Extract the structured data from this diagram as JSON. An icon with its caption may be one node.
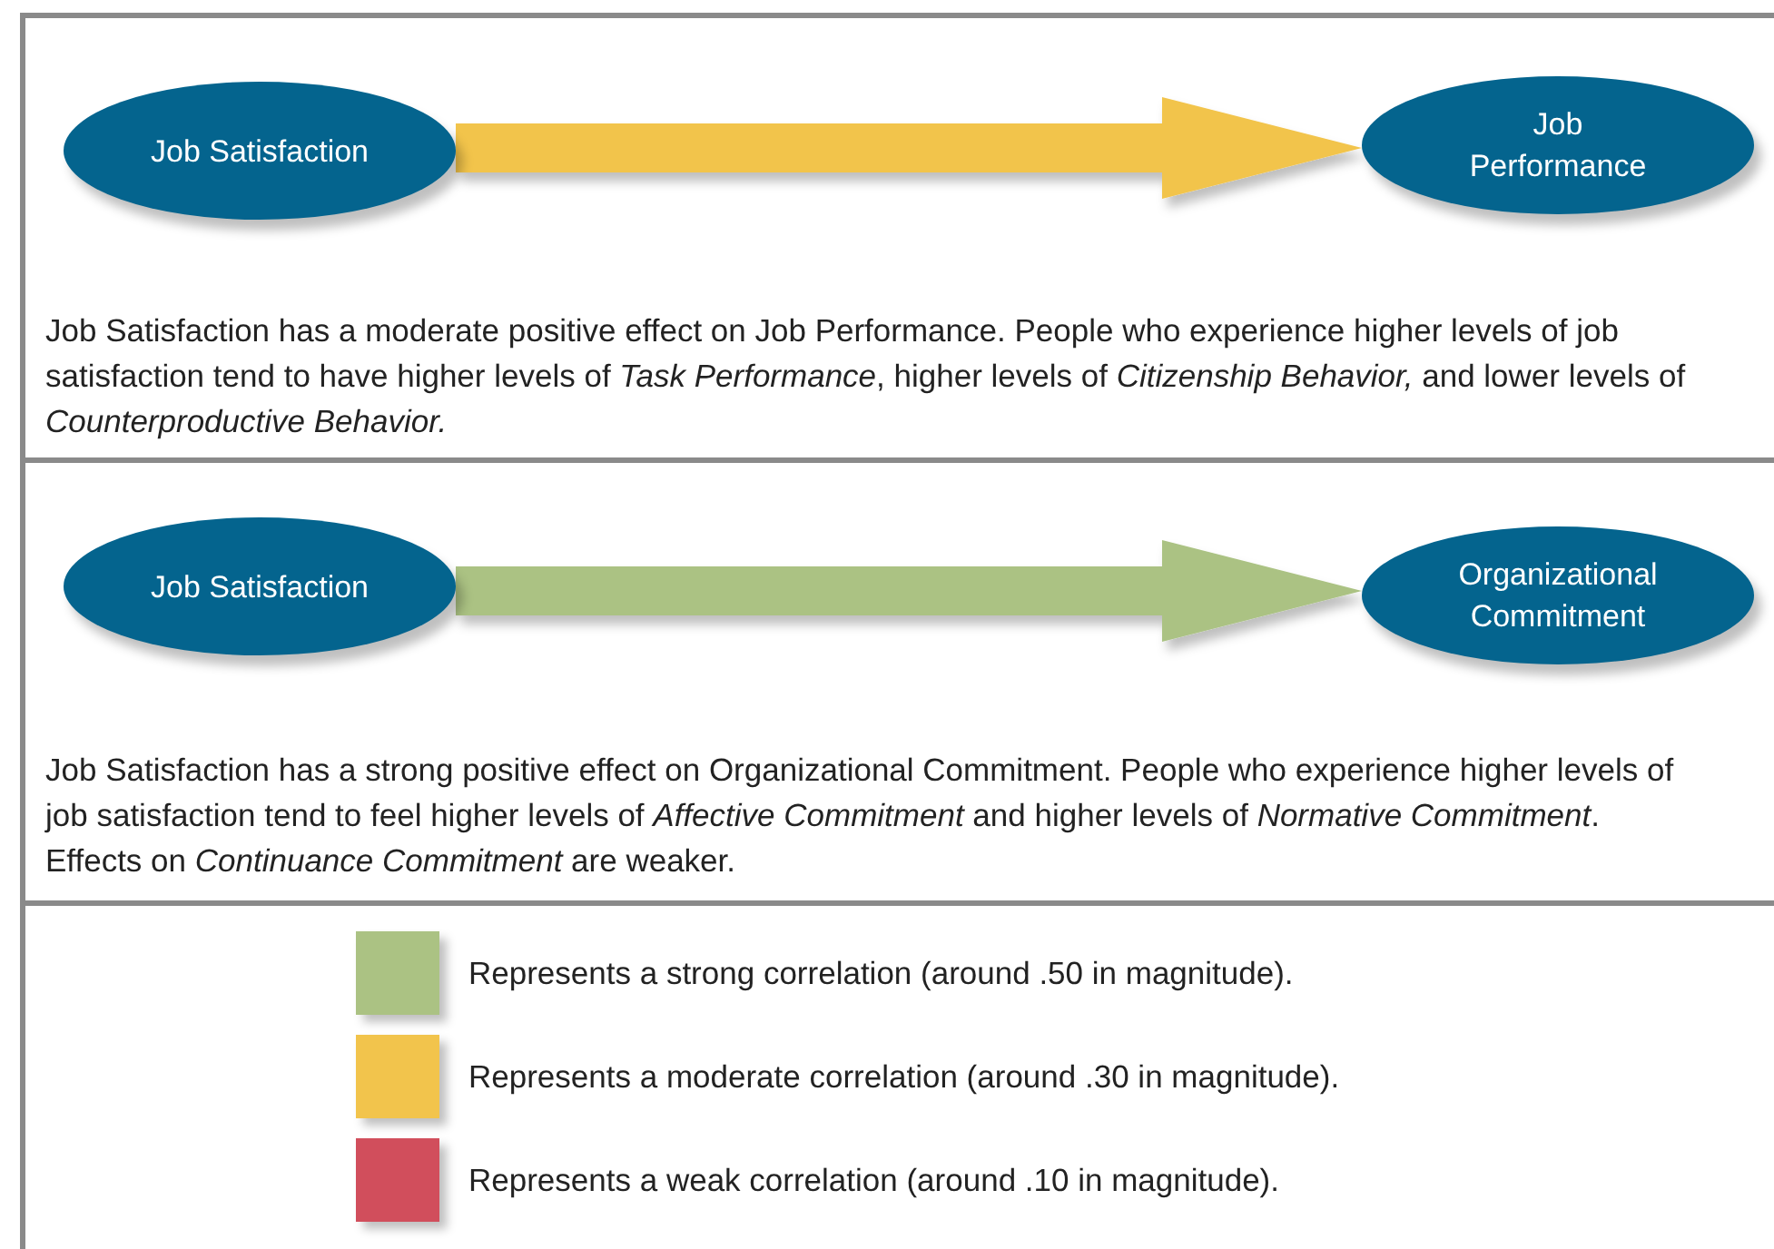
{
  "diagram": {
    "nodes": [
      {
        "text": [
          "Job Satisfaction"
        ]
      },
      {
        "text": [
          "Job Performance"
        ]
      },
      {
        "text": [
          "Job Satisfaction"
        ]
      },
      {
        "text": [
          "Organizational Commitment"
        ]
      }
    ],
    "edges": [
      {
        "from": 0,
        "to": 1,
        "arrow": "to",
        "color": "#f2c44c"
      },
      {
        "from": 2,
        "to": 3,
        "arrow": "to",
        "color": "#abc283"
      }
    ],
    "labels": [
      "Job Satisfaction has a moderate positive effect on Job Performance. People who experience higher levels of job satisfaction tend to have higher levels of *Task Performance*, higher levels of *Citizenship Behavior,* and lower levels of *Counterproductive Behavior.*",
      "Job Satisfaction has a strong positive effect on Organizational Commitment. People who experience higher levels of job satisfaction tend to feel higher levels of *Affective Commitment* and higher levels of *Normative Commitment*. Effects on *Continuance Commitment* are weaker."
    ],
    "legend": [
      {
        "text": "Represents a strong correlation (around .50 in magnitude).",
        "color": "#abc283"
      },
      {
        "text": "Represents a moderate correlation (around .30 in magnitude).",
        "color": "#f2c44c"
      },
      {
        "text": "Represents a weak correlation (around .10 in magnitude).",
        "color": "#d14e5c"
      }
    ]
  }
}
